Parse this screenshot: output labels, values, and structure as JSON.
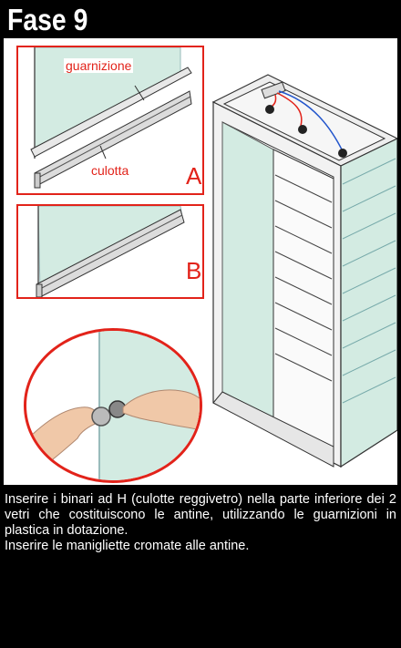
{
  "header": {
    "title": "Fase 9"
  },
  "detail_a": {
    "label": "A",
    "part_top": "guarnizione",
    "part_bottom": "culotta"
  },
  "detail_b": {
    "label": "B"
  },
  "instructions": {
    "paragraph_1": "Inserire i binari ad H (culotte reggivetro) nella parte inferiore dei 2 vetri che costituiscono le antine, utilizzando le guarnizioni in plastica in dotazione.",
    "paragraph_2": "Inserire le maniglie­tte cromate alle antine."
  },
  "colors": {
    "accent": "#e2231a",
    "glass": "#cfe8df",
    "background": "#000000"
  }
}
